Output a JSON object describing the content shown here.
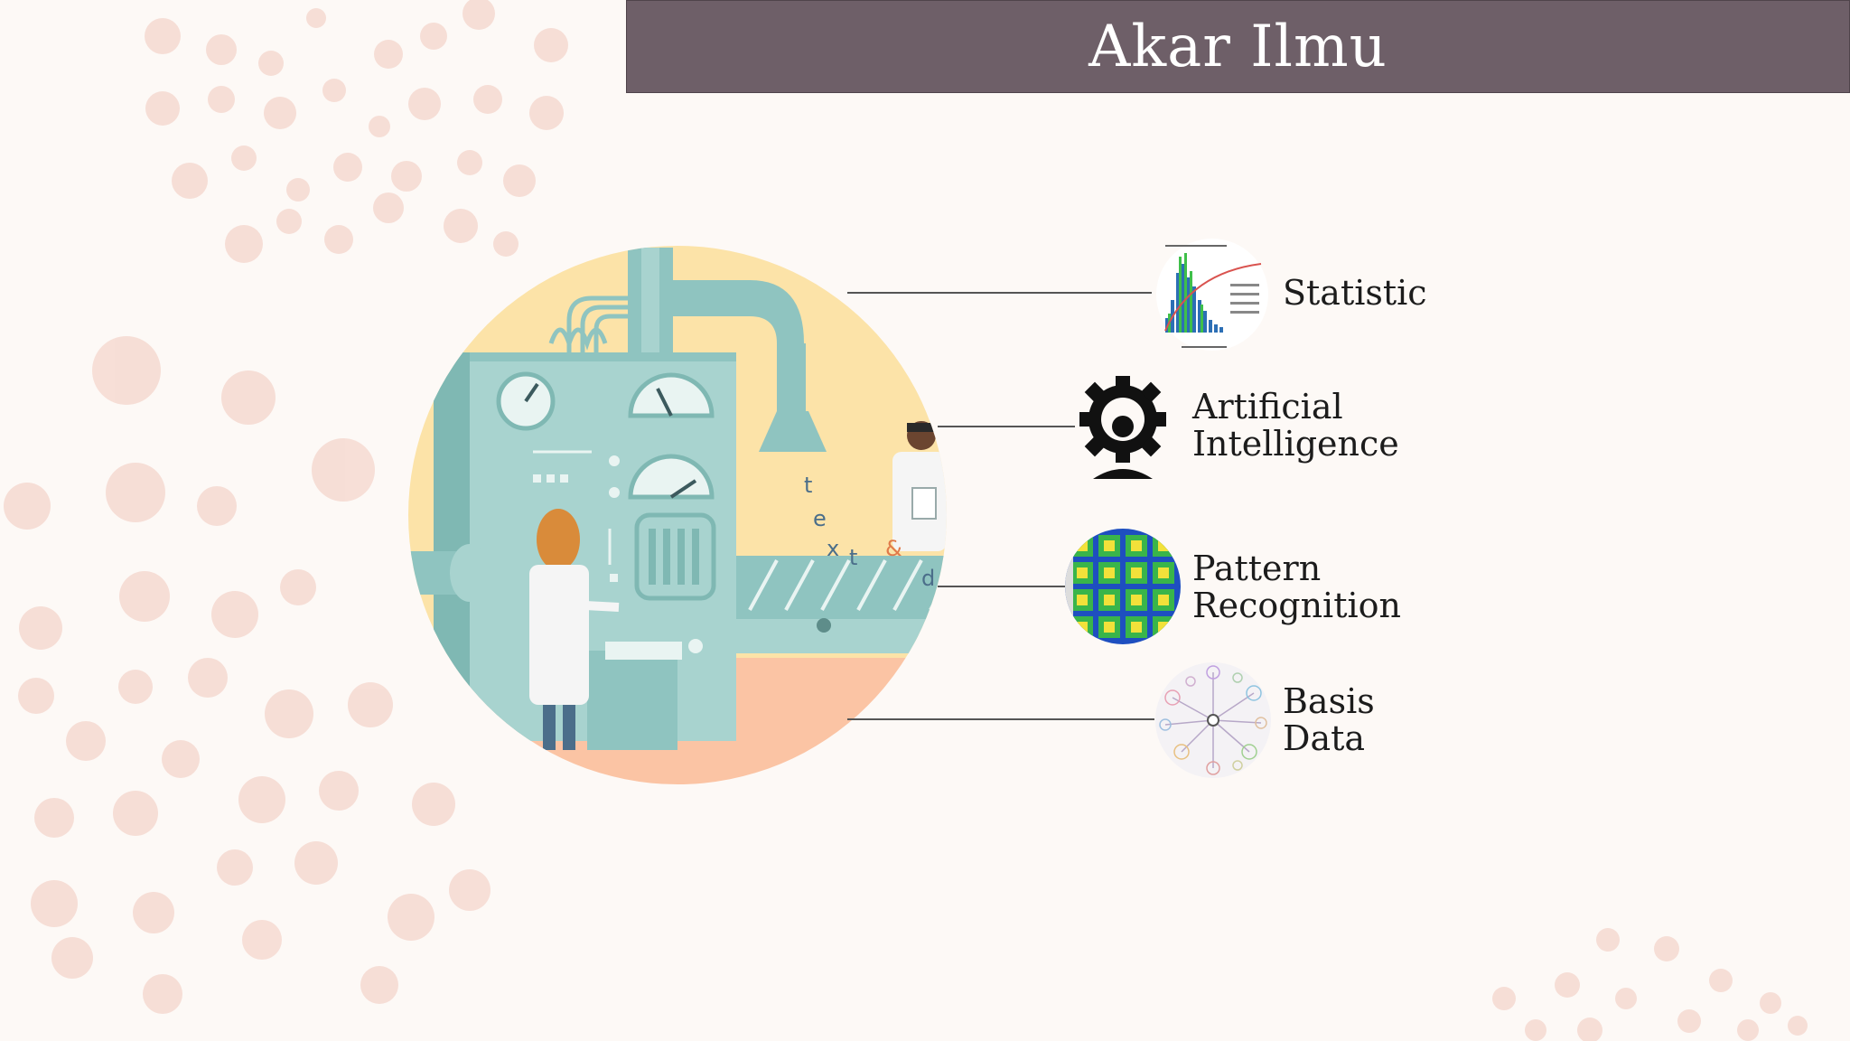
{
  "slide": {
    "title": "Akar Ilmu",
    "illustration_letters": [
      "t",
      "e",
      "x",
      "t",
      "&",
      "d"
    ]
  },
  "items": [
    {
      "label_lines": [
        "Statistic"
      ],
      "icon": "bar-chart-icon"
    },
    {
      "label_lines": [
        "Artificial",
        "Intelligence"
      ],
      "icon": "gear-head-icon"
    },
    {
      "label_lines": [
        "Pattern",
        "Recognition"
      ],
      "icon": "heatmap-grid-icon"
    },
    {
      "label_lines": [
        "Basis",
        "Data"
      ],
      "icon": "network-graph-icon"
    }
  ],
  "colors": {
    "background": "#fdf9f6",
    "title_bar": "#6e5f68",
    "dots": "#f4d5cc",
    "machine": "#8fc4c0",
    "circle_top": "#fce3a8",
    "circle_floor": "#fbc4a4"
  }
}
